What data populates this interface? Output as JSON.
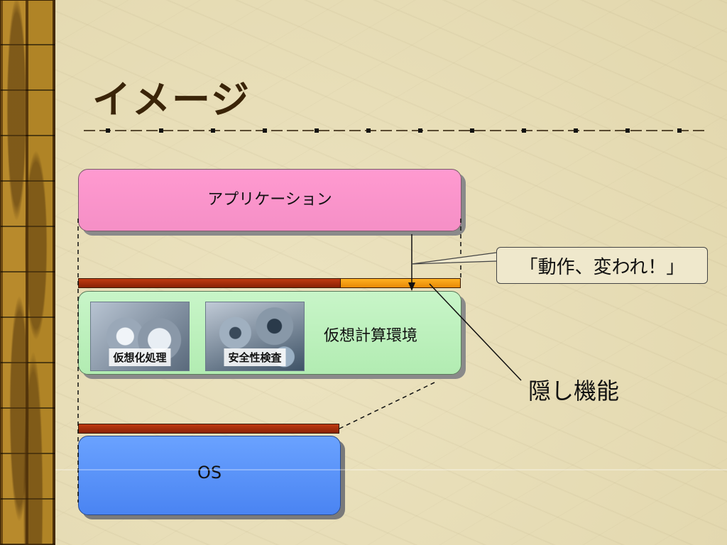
{
  "slide": {
    "title": "イメージ"
  },
  "layers": {
    "application": "アプリケーション",
    "virtual_env": "仮想計算環境",
    "virtualization": "仮想化処理",
    "security_check": "安全性検査",
    "os": "OS"
  },
  "callouts": {
    "speech": "「動作、変われ！」",
    "hidden_function": "隠し機能"
  },
  "colors": {
    "application": "#ff9ad0",
    "virtual_env": "#c8f5c8",
    "os": "#6aa2ff",
    "bar": "#a02c0a",
    "hidden_bar": "#ffa014"
  }
}
